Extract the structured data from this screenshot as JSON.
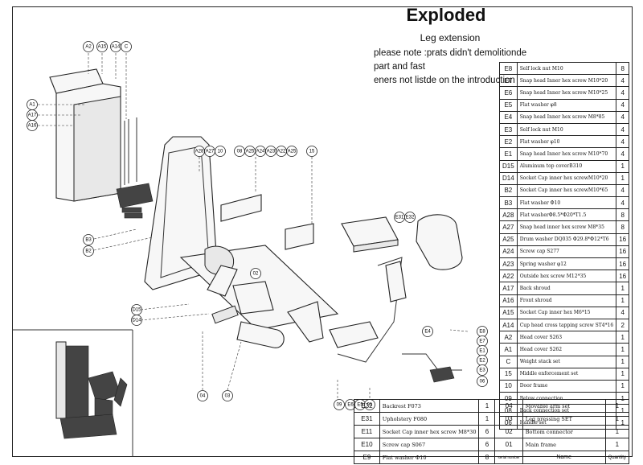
{
  "document": {
    "title": "Exploded",
    "subtitle": "Leg extension",
    "note_line1": "please note :prats didn't demolitionde part and fast",
    "note_line2": "eners not listde on the introduction"
  },
  "parts_table_right": [
    {
      "code": "E8",
      "name": "Self lock nut M10",
      "qty": "8"
    },
    {
      "code": "E7",
      "name": "Snap head Inner hex screw M10*20",
      "qty": "4"
    },
    {
      "code": "E6",
      "name": "Snap head Inner hex screw M10*25",
      "qty": "4"
    },
    {
      "code": "E5",
      "name": "Flat washer φ8",
      "qty": "4"
    },
    {
      "code": "E4",
      "name": "Snap head Inner hex screw M8*85",
      "qty": "4"
    },
    {
      "code": "E3",
      "name": "Self lock nut M10",
      "qty": "4"
    },
    {
      "code": "E2",
      "name": "Flat washer φ10",
      "qty": "4"
    },
    {
      "code": "E1",
      "name": "Snap head Inner hex screw M10*70",
      "qty": "4"
    },
    {
      "code": "D15",
      "name": "Aluminum top coverB310",
      "qty": "1"
    },
    {
      "code": "D14",
      "name": "Socket Cap inner hex screwM10*20",
      "qty": "1"
    },
    {
      "code": "B2",
      "name": "Socket Cap inner hex screwM10*65",
      "qty": "4"
    },
    {
      "code": "B3",
      "name": "Flat washer Φ10",
      "qty": "4"
    },
    {
      "code": "A28",
      "name": "Flat washerΦ8.5*Φ20*T1.5",
      "qty": "8"
    },
    {
      "code": "A27",
      "name": "Snap head inner hex screw M8*35",
      "qty": "8"
    },
    {
      "code": "A25",
      "name": "Drum washer DQ035 Φ29.8*Φ12*T6",
      "qty": "16"
    },
    {
      "code": "A24",
      "name": "Screw cap S277",
      "qty": "16"
    },
    {
      "code": "A23",
      "name": "Spring washer φ12",
      "qty": "16"
    },
    {
      "code": "A22",
      "name": "Outside hex screw  M12*35",
      "qty": "16"
    },
    {
      "code": "A17",
      "name": "Back shroud",
      "qty": "1"
    },
    {
      "code": "A16",
      "name": "Front shroud",
      "qty": "1"
    },
    {
      "code": "A15",
      "name": "Socket Cap inner hex M6*15",
      "qty": "4"
    },
    {
      "code": "A14",
      "name": "Cup head cross tapping screw ST4*16",
      "qty": "2"
    },
    {
      "code": "A2",
      "name": "Head cover S263",
      "qty": "1"
    },
    {
      "code": "A1",
      "name": "Head cover S262",
      "qty": "1"
    },
    {
      "code": "C",
      "name": "Weight stack set",
      "qty": "1"
    },
    {
      "code": "15",
      "name": "Middle enforcement set",
      "qty": "1"
    },
    {
      "code": "10",
      "name": "Door frame",
      "qty": "1"
    },
    {
      "code": "09",
      "name": "Below connection",
      "qty": "1"
    },
    {
      "code": "08",
      "name": "Back connection set",
      "qty": "1"
    },
    {
      "code": "06",
      "name": "Handle set",
      "qty": "1"
    }
  ],
  "parts_table_lower": [
    {
      "l_code": "E32",
      "l_name": "Backrest F073",
      "l_qty": "1",
      "r_code": "04",
      "r_name": "Movable arm set",
      "r_qty": "1"
    },
    {
      "l_code": "E31",
      "l_name": "Upholstery F080",
      "l_qty": "1",
      "r_code": "03",
      "r_name": "Leg pressing SET",
      "r_qty": "1"
    },
    {
      "l_code": "E11",
      "l_name": "Socket Cap inner hex screw M8*30",
      "l_qty": "6",
      "r_code": "02",
      "r_name": "Bottom connector",
      "r_qty": "1"
    },
    {
      "l_code": "E10",
      "l_name": "Screw cap S067",
      "l_qty": "6",
      "r_code": "01",
      "r_name": "Main frame",
      "r_qty": "1"
    },
    {
      "l_code": "E9",
      "l_name": "Flat washer Φ10",
      "l_qty": "8",
      "r_code": "",
      "r_name": "",
      "r_qty": ""
    }
  ],
  "table_header": {
    "serial": "serial number",
    "name": "Name",
    "quantity": "Quantity"
  },
  "callouts": {
    "a2": "A2",
    "a15": "A15",
    "a14": "A14",
    "c": "C",
    "a1": "A1",
    "a17": "A17",
    "a16": "A16",
    "b3": "B3",
    "b2": "B2",
    "a28": "A28",
    "a27": "A27",
    "n10": "10",
    "n08": "08",
    "a25": "A25",
    "a24": "A24",
    "a23": "A23",
    "a22": "A22",
    "n15": "15",
    "n02": "02",
    "d15": "D15",
    "d14": "D14",
    "n04": "04",
    "n03": "03",
    "e31": "E31",
    "e32": "E32",
    "e8": "E8",
    "e7": "E7",
    "e1": "E1",
    "e2": "E2",
    "e3": "E3",
    "n06": "06",
    "e4": "E4",
    "n09": "09",
    "e6": "E6",
    "e5": "E5",
    "n01": "01"
  }
}
